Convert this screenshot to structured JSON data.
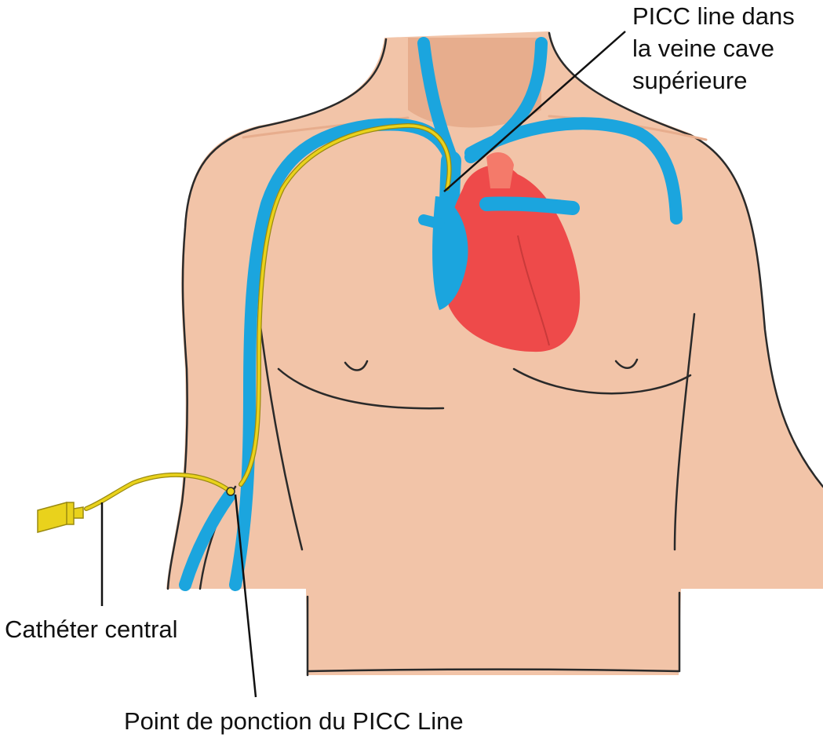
{
  "labels": {
    "picc_svc": [
      "PICC line dans",
      "la veine cave",
      "supérieure"
    ],
    "central_catheter": "Cathéter central",
    "puncture_point": "Point de ponction du PICC Line"
  },
  "colors": {
    "skin": "#f2c4a8",
    "skin_shadow": "#e7ad8d",
    "outline": "#2a2a2a",
    "vein": "#1ba5de",
    "heart": "#ee4a4a",
    "heart_light": "#f47a6a",
    "catheter": "#e9d21c",
    "catheter_edge": "#9a8a10",
    "leader": "#111111"
  },
  "icons": {
    "torso": "human-torso-illustration",
    "heart": "heart-illustration",
    "connector": "catheter-hub-icon"
  }
}
